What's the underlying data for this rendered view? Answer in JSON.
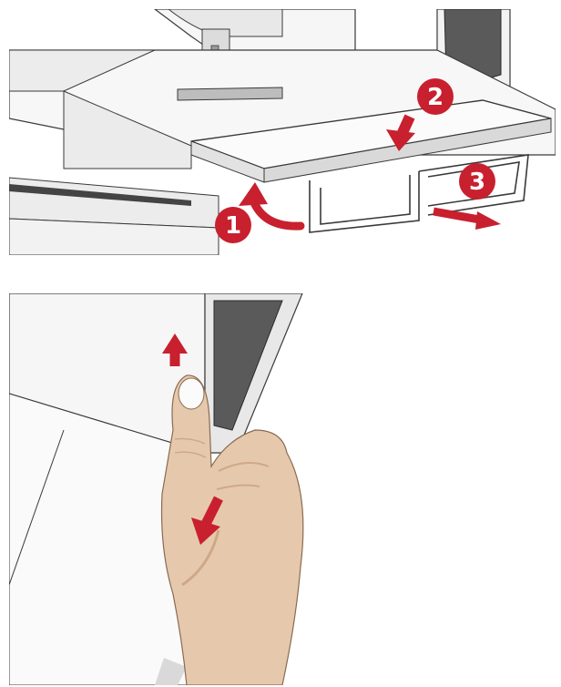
{
  "steps": {
    "one": "1",
    "two": "2",
    "three": "3"
  },
  "colors": {
    "accent_red": "#c8202e",
    "outline": "#3a3a3a",
    "machine_white": "#f4f4f4",
    "machine_shadow": "#d9d9d9",
    "dark_panel": "#5a5a5a",
    "skin": "#e6c9ad",
    "skin_shadow": "#cfa888"
  },
  "icons": {
    "step_markers": "numbered-circle-icon",
    "motion": "arrow-icon"
  }
}
